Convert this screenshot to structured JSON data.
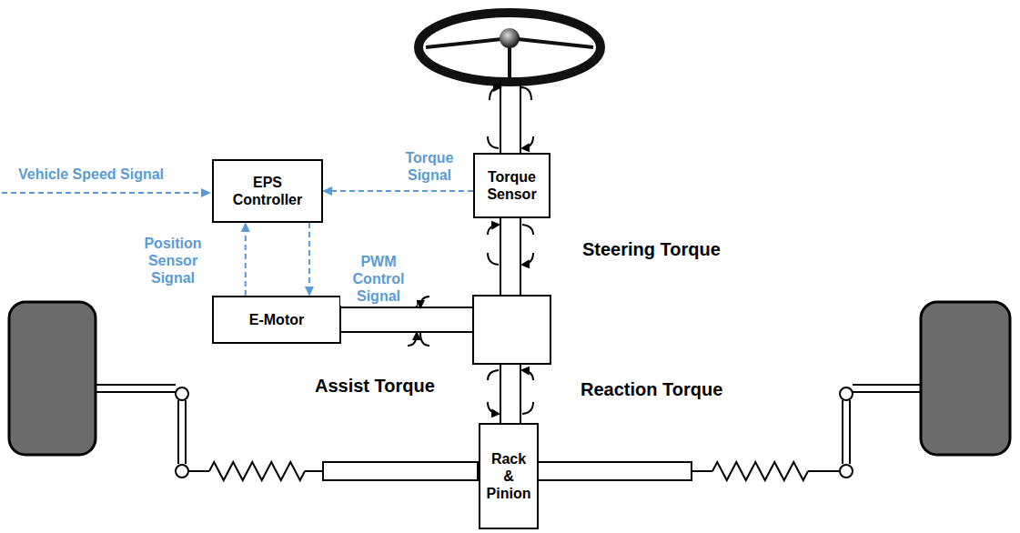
{
  "diagram": {
    "nodes": [
      {
        "text": [
          "EPS Controller"
        ]
      },
      {
        "text": [
          "Torque Sensor"
        ]
      },
      {
        "text": [
          "E-Motor"
        ]
      },
      {
        "text": [
          "Rack & Pinion"
        ]
      }
    ],
    "edges": [
      {
        "from": 1,
        "to": 0,
        "arrow": "to",
        "label": "Torque Signal"
      },
      {
        "from": 2,
        "to": 0,
        "arrow": "to",
        "label": "Position Sensor Signal"
      },
      {
        "from": 0,
        "to": 2,
        "arrow": "to",
        "label": "PWM Control Signal"
      }
    ],
    "labels": [
      "Vehicle Speed Signal",
      "Steering Torque",
      "Assist Torque",
      "Reaction Torque"
    ]
  }
}
